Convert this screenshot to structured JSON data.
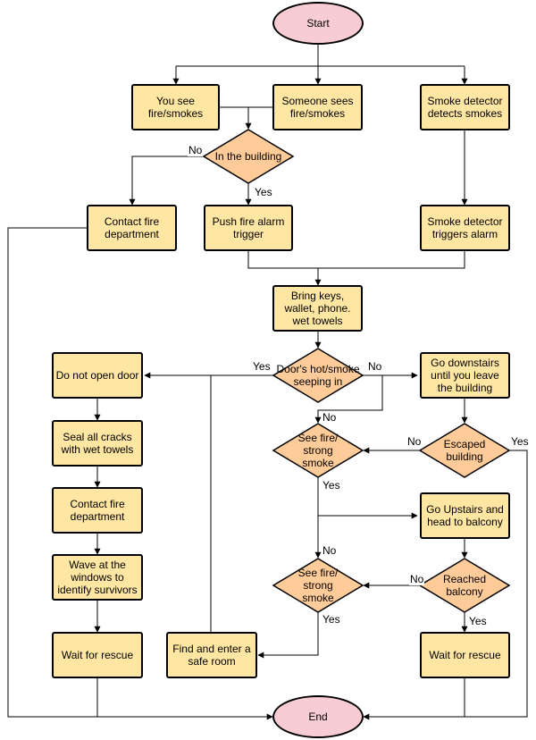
{
  "nodes": {
    "start": "Start",
    "you_see": "You see fire/smokes",
    "someone_sees": "Someone sees fire/smokes",
    "smoke_detector": "Smoke detector detects smokes",
    "in_building": "In the building",
    "contact_fire_1": "Contact fire department",
    "push_alarm": "Push fire alarm trigger",
    "detector_triggers": "Smoke detector triggers alarm",
    "bring_keys": "Bring keys, wallet, phone. wet towels",
    "door_hot": "Door's hot/smoke seeping in",
    "do_not_open": "Do not open door",
    "go_downstairs": "Go downstairs until you leave the building",
    "seal_cracks": "Seal all cracks with wet towels",
    "see_fire_1": "See fire/ strong smoke",
    "escaped": "Escaped building",
    "contact_fire_2": "Contact fire department",
    "go_upstairs": "Go Upstairs and head to balcony",
    "wave_windows": "Wave at the windows to identify survivors",
    "see_fire_2": "See fire/ strong smoke",
    "reached_balcony": "Reached balcony",
    "wait_rescue_1": "Wait for rescue",
    "find_safe_room": "Find and enter a safe room",
    "wait_rescue_2": "Wait for rescue",
    "end": "End"
  },
  "edge_labels": {
    "in_building_no": "No",
    "in_building_yes": "Yes",
    "door_yes": "Yes",
    "door_no": "No",
    "see_fire_1_no": "No",
    "see_fire_1_yes": "Yes",
    "escaped_no": "No",
    "escaped_yes": "Yes",
    "see_fire_2_no": "No",
    "see_fire_2_yes": "Yes",
    "balcony_no": "No",
    "balcony_yes": "Yes"
  },
  "colors": {
    "process_fill": "#ffe6a3",
    "decision_fill": "#ffcc99",
    "terminal_fill": "#f7cdd3",
    "stroke": "#000000"
  }
}
